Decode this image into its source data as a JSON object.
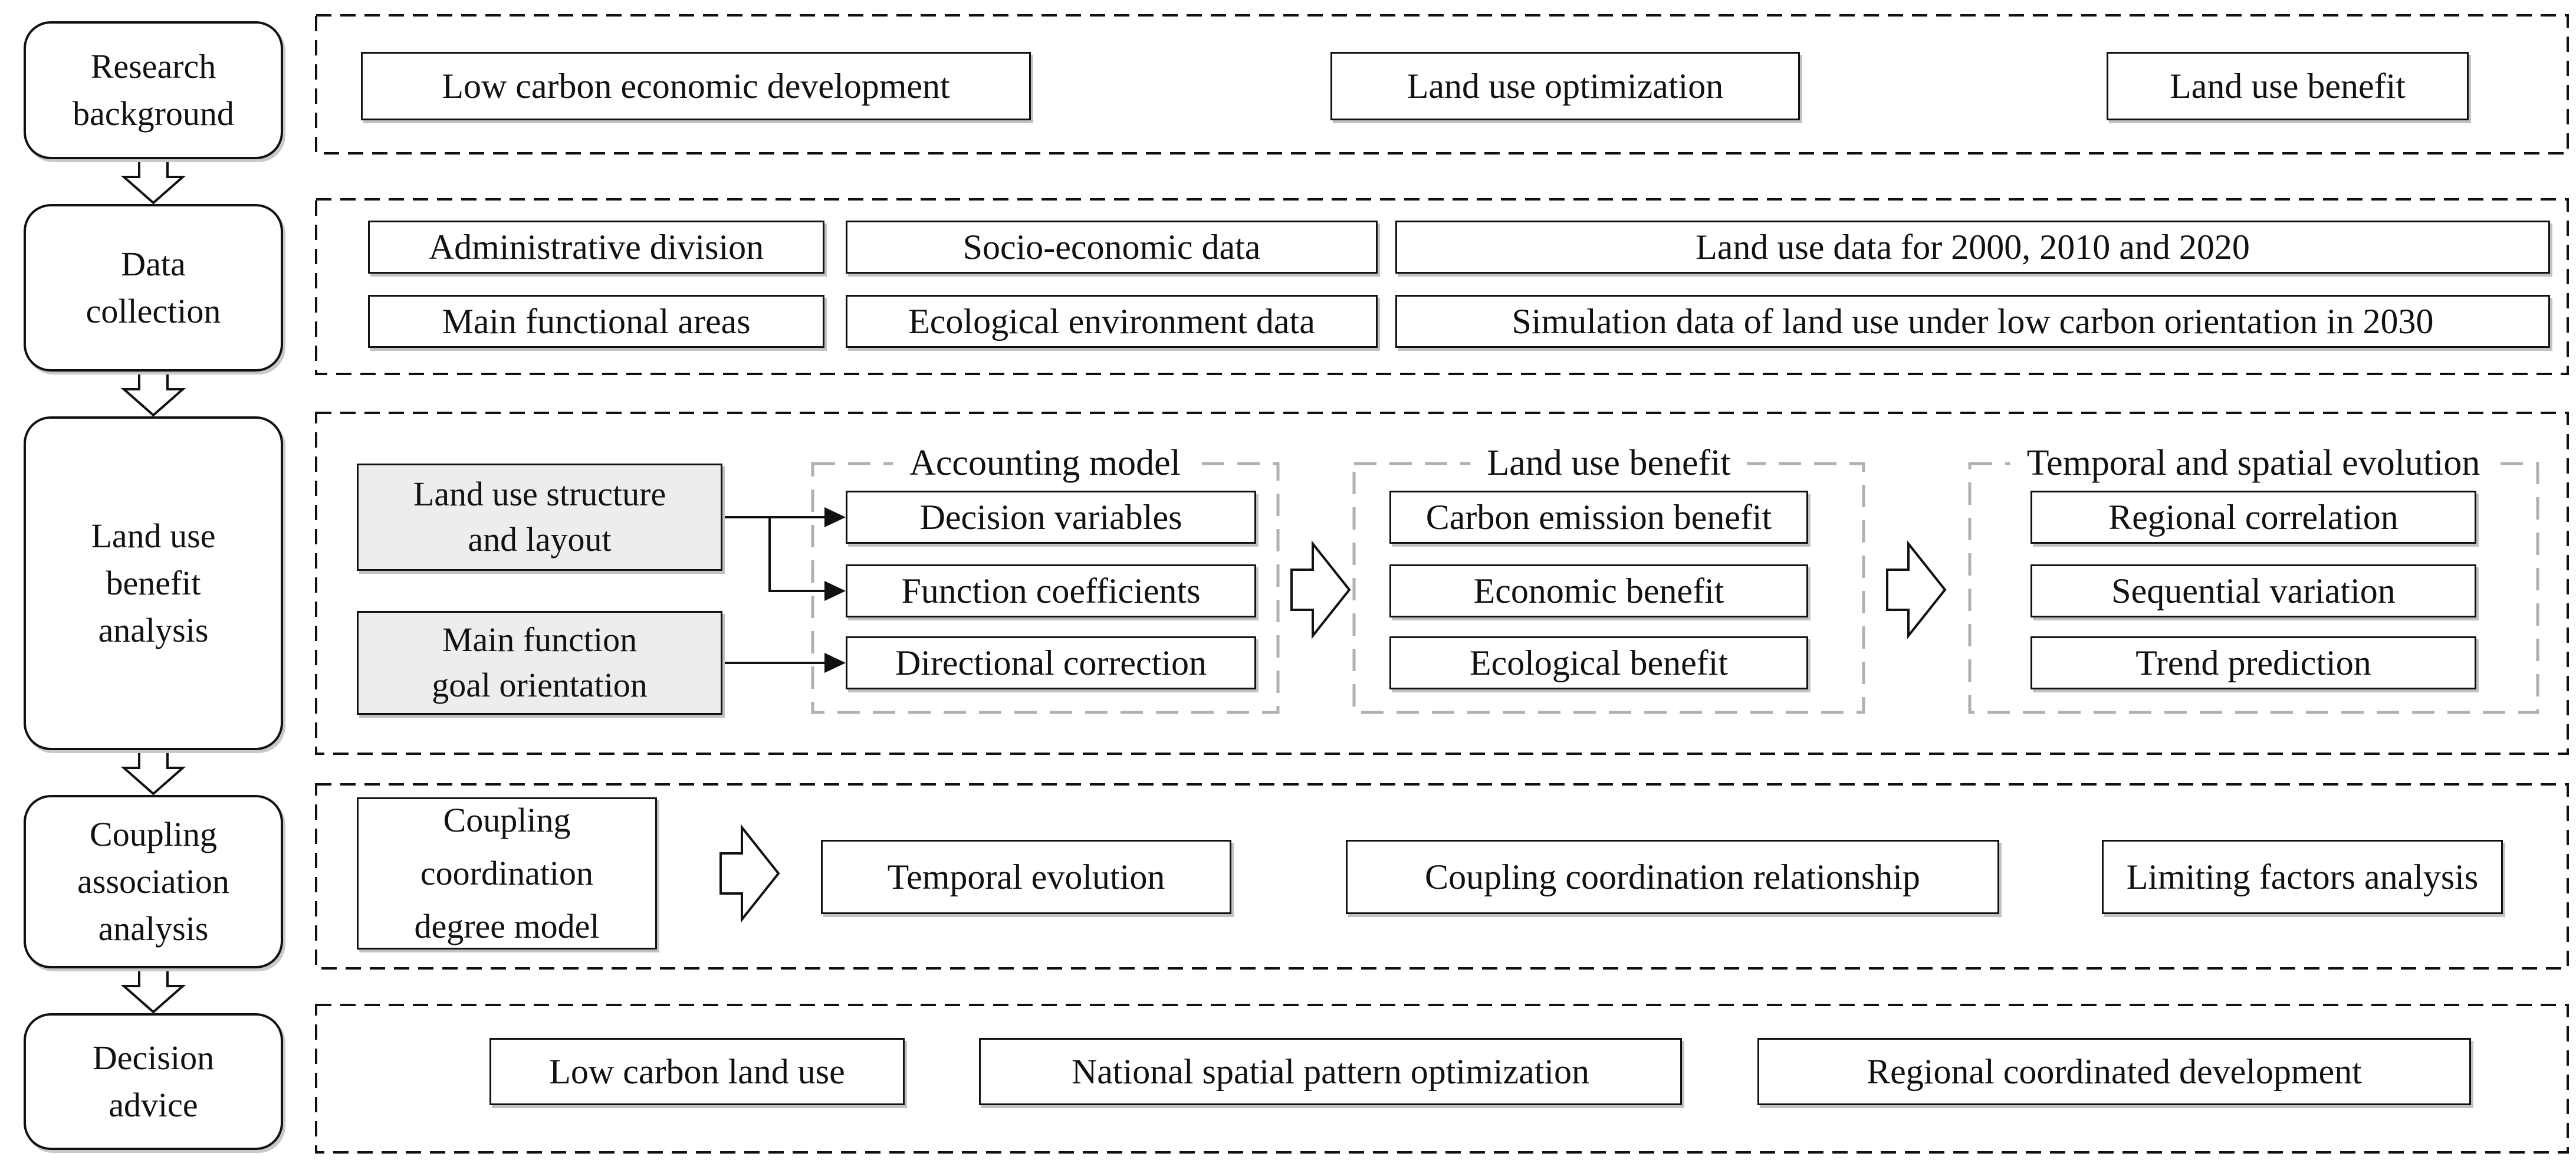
{
  "figure": {
    "left_column": {
      "stages": [
        {
          "lines": [
            "Research",
            "background"
          ]
        },
        {
          "lines": [
            "Data",
            "collection"
          ]
        },
        {
          "lines": [
            "Land use",
            "benefit",
            "analysis"
          ]
        },
        {
          "lines": [
            "Coupling",
            "association",
            "analysis"
          ]
        },
        {
          "lines": [
            "Decision",
            "advice"
          ]
        }
      ]
    },
    "research_background": {
      "items": [
        "Low carbon economic development",
        "Land use optimization",
        "Land use benefit"
      ]
    },
    "data_collection": {
      "row1": [
        "Administrative division",
        "Socio-economic data",
        "Land use data for 2000, 2010 and 2020"
      ],
      "row2": [
        "Main functional areas",
        "Ecological environment data",
        "Simulation data of land use under low carbon orientation in 2030"
      ]
    },
    "benefit_analysis": {
      "inputs": [
        {
          "lines": [
            "Land use structure",
            "and layout"
          ]
        },
        {
          "lines": [
            "Main function",
            "goal orientation"
          ]
        }
      ],
      "groups": [
        {
          "title": "Accounting model",
          "items": [
            "Decision variables",
            "Function coefficients",
            "Directional correction"
          ]
        },
        {
          "title": "Land use benefit",
          "items": [
            "Carbon emission benefit",
            "Economic benefit",
            "Ecological benefit"
          ]
        },
        {
          "title": "Temporal and spatial evolution",
          "items": [
            "Regional correlation",
            "Sequential variation",
            "Trend prediction"
          ]
        }
      ]
    },
    "coupling_analysis": {
      "model": {
        "lines": [
          "Coupling",
          "coordination",
          "degree model"
        ]
      },
      "items": [
        "Temporal evolution",
        "Coupling coordination relationship",
        "Limiting factors analysis"
      ]
    },
    "decision_advice": {
      "items": [
        "Low carbon land use",
        "National spatial pattern optimization",
        "Regional coordinated development"
      ]
    },
    "colors": {
      "line": "#111111",
      "group_dash": "#b0b0b0",
      "input_fill": "#ededed",
      "shadow": "#c2c2c2"
    }
  }
}
